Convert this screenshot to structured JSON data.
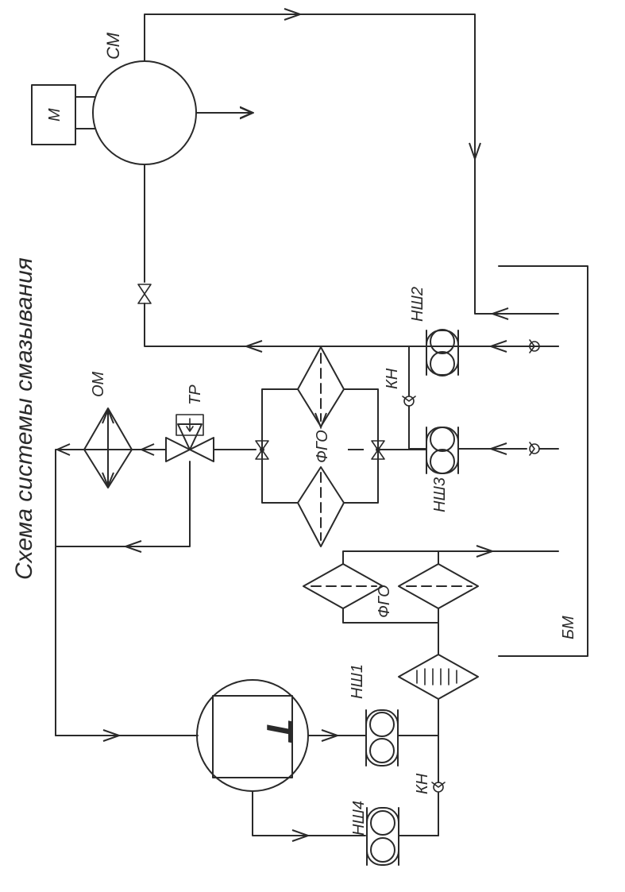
{
  "title": "Схема системы смазывания",
  "labels": {
    "cm": "СМ",
    "m": "М",
    "om": "ОМ",
    "tp": "ТР",
    "fgo_top": "ФГО",
    "fgo_bottom": "ФГО",
    "kn_top": "КН",
    "kn_bottom": "КН",
    "nsh1": "НШ1",
    "nsh2": "НШ2",
    "nsh3": "НШ3",
    "nsh4": "НШ4",
    "bm": "БМ",
    "t": "T"
  }
}
